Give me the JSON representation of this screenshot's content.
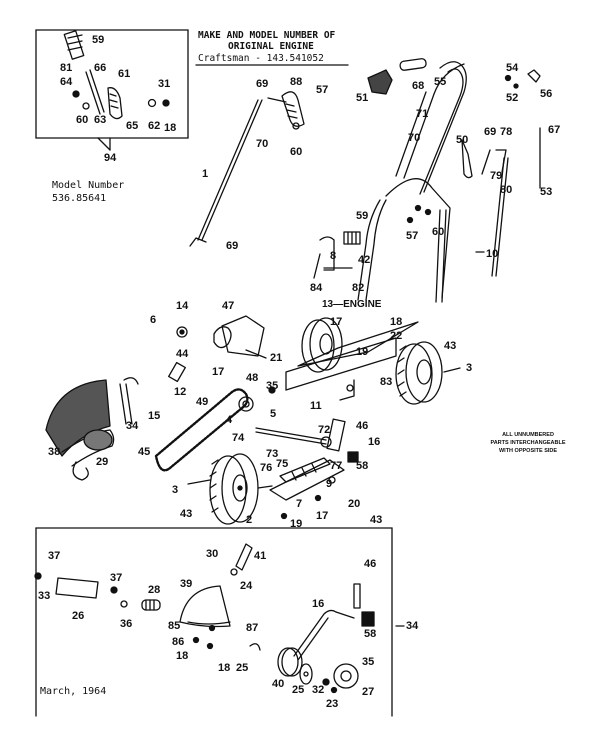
{
  "header": {
    "line1": "MAKE AND MODEL NUMBER OF",
    "line2": "ORIGINAL ENGINE",
    "line3": "Craftsman - 143.541052"
  },
  "model": {
    "caption": "Model Number",
    "number": "536.85641"
  },
  "note": {
    "line1": "ALL UNNUMBERED",
    "line2": "PARTS INTERCHANGEABLE",
    "line3": "WITH OPPOSITE SIDE"
  },
  "engine_label": "13—ENGINE",
  "date": "March, 1964",
  "inset_numbers": {
    "top_left": "94",
    "bottom_left": "43",
    "bottom_right": "34"
  },
  "parts": [
    "59",
    "81",
    "64",
    "66",
    "61",
    "31",
    "60",
    "63",
    "65",
    "62",
    "18",
    "69",
    "88",
    "57",
    "70",
    "60",
    "1",
    "69",
    "51",
    "68",
    "55",
    "54",
    "52",
    "56",
    "71",
    "70",
    "50",
    "69",
    "78",
    "79",
    "80",
    "67",
    "53",
    "59",
    "57",
    "60",
    "8",
    "42",
    "10",
    "84",
    "82",
    "6",
    "14",
    "47",
    "44",
    "21",
    "12",
    "17",
    "48",
    "35",
    "49",
    "5",
    "4",
    "74",
    "34",
    "15",
    "38",
    "29",
    "45",
    "3",
    "43",
    "2",
    "19",
    "73",
    "76",
    "75",
    "77",
    "9",
    "7",
    "17",
    "20",
    "72",
    "46",
    "16",
    "58",
    "17",
    "18",
    "19",
    "22",
    "43",
    "3",
    "11",
    "83",
    "37",
    "33",
    "26",
    "37",
    "36",
    "28",
    "39",
    "85",
    "87",
    "86",
    "18",
    "18",
    "25",
    "30",
    "41",
    "24",
    "46",
    "16",
    "58",
    "40",
    "25",
    "32",
    "23",
    "35",
    "27"
  ]
}
